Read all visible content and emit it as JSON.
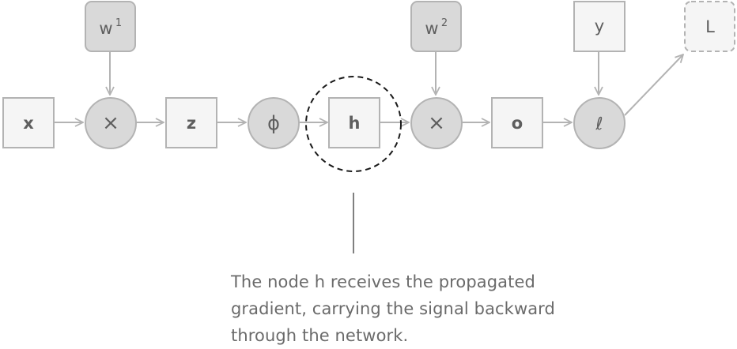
{
  "diagram": {
    "title": "Computational graph of a two-layer network with loss",
    "nodes": [
      {
        "id": "x",
        "label": "x",
        "kind": "variable",
        "bold": true
      },
      {
        "id": "mul1",
        "label": "×",
        "kind": "operation"
      },
      {
        "id": "w1",
        "label": "w",
        "sup": "1",
        "kind": "parameter"
      },
      {
        "id": "z",
        "label": "z",
        "kind": "variable",
        "bold": true
      },
      {
        "id": "phi",
        "label": "ϕ",
        "kind": "operation"
      },
      {
        "id": "h",
        "label": "h",
        "kind": "variable",
        "bold": true,
        "highlighted": true
      },
      {
        "id": "mul2",
        "label": "×",
        "kind": "operation"
      },
      {
        "id": "w2",
        "label": "w",
        "sup": "2",
        "kind": "parameter"
      },
      {
        "id": "o",
        "label": "o",
        "kind": "variable",
        "bold": true
      },
      {
        "id": "loss",
        "label": "ℓ",
        "kind": "operation"
      },
      {
        "id": "y",
        "label": "y",
        "kind": "variable"
      },
      {
        "id": "L",
        "label": "L",
        "kind": "output-dashed"
      }
    ],
    "edges": [
      {
        "from": "x",
        "to": "mul1"
      },
      {
        "from": "w1",
        "to": "mul1"
      },
      {
        "from": "mul1",
        "to": "z"
      },
      {
        "from": "z",
        "to": "phi"
      },
      {
        "from": "phi",
        "to": "h"
      },
      {
        "from": "h",
        "to": "mul2"
      },
      {
        "from": "w2",
        "to": "mul2"
      },
      {
        "from": "mul2",
        "to": "o"
      },
      {
        "from": "o",
        "to": "loss"
      },
      {
        "from": "y",
        "to": "loss"
      },
      {
        "from": "loss",
        "to": "L"
      }
    ],
    "colors": {
      "box_fill": "#f5f5f5",
      "op_fill": "#d9d9d9",
      "stroke": "#b3b3b3",
      "text": "#5e5e5e",
      "highlight": "#1a1a1a"
    }
  },
  "caption": {
    "lines": [
      "The node h receives the propagated",
      "gradient, carrying the signal backward",
      "through the network."
    ]
  }
}
